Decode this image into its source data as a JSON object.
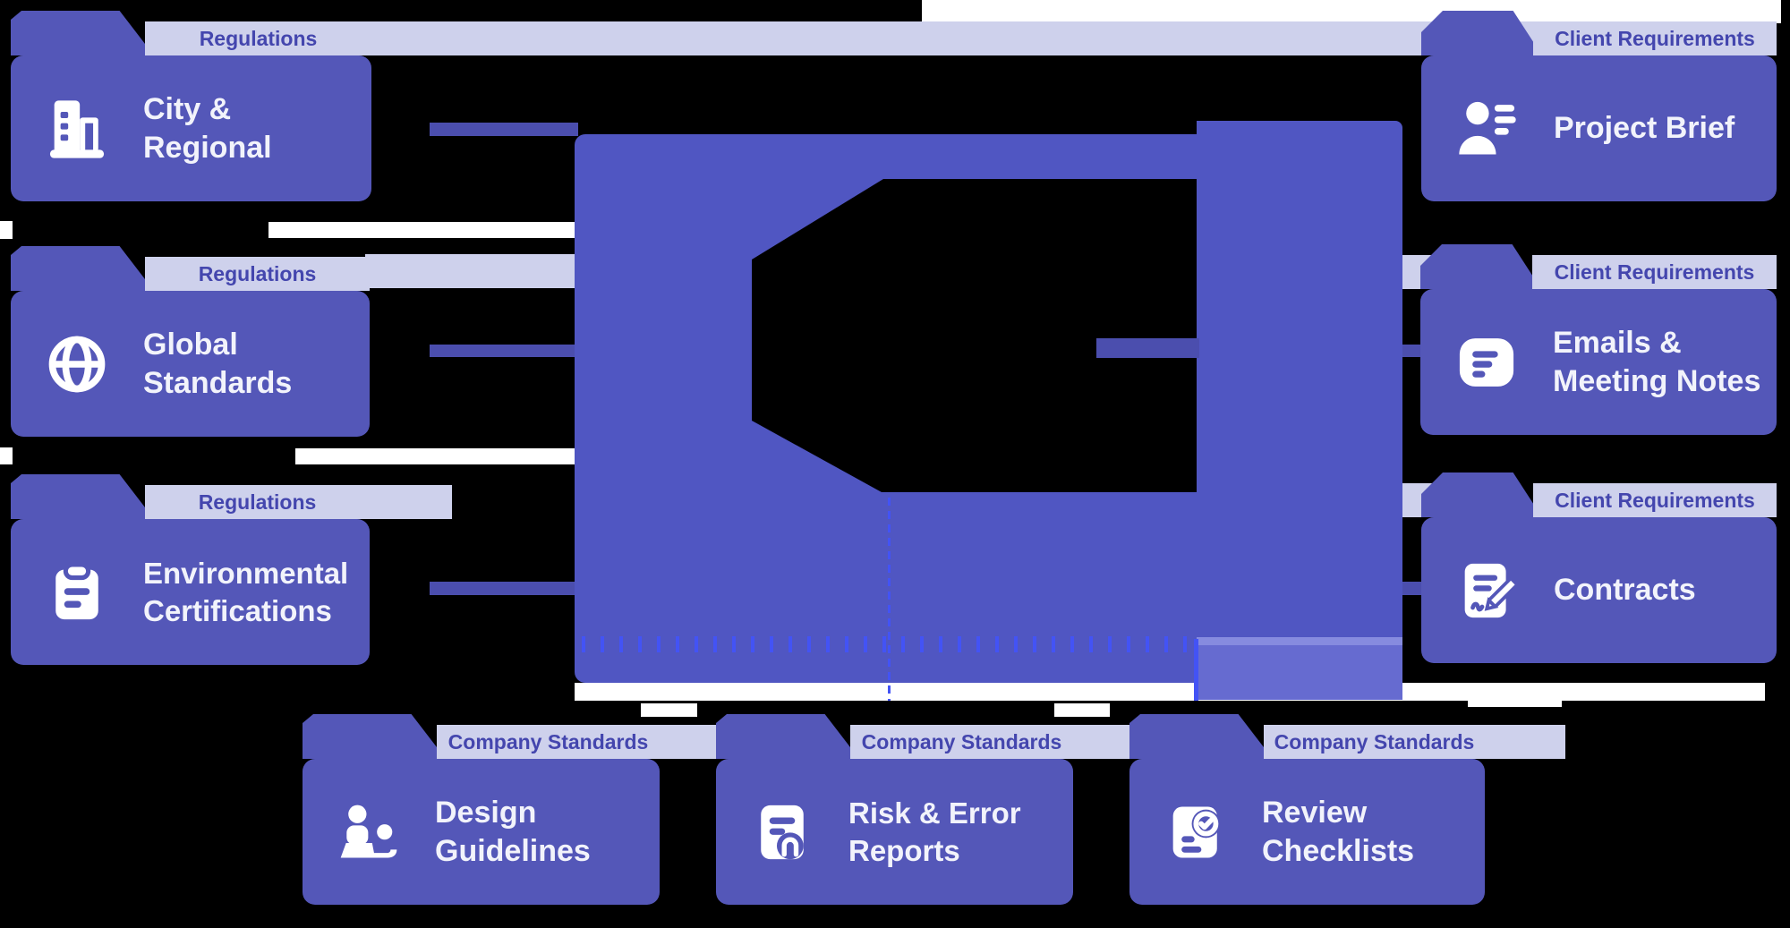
{
  "cards": [
    {
      "category": "Regulations",
      "title": "City &\nRegional",
      "icon": "building-icon"
    },
    {
      "category": "Regulations",
      "title": "Global\nStandards",
      "icon": "globe-icon"
    },
    {
      "category": "Regulations",
      "title": "Environmental\nCertifications",
      "icon": "clipboard-icon"
    },
    {
      "category": "Client Requirements",
      "title": "Project Brief",
      "icon": "person-lines-icon"
    },
    {
      "category": "Client Requirements",
      "title": "Emails &\nMeeting Notes",
      "icon": "notes-icon"
    },
    {
      "category": "Client Requirements",
      "title": "Contracts",
      "icon": "contract-pen-icon"
    },
    {
      "category": "Company Standards",
      "title": "Design\nGuidelines",
      "icon": "people-presentation-icon"
    },
    {
      "category": "Company Standards",
      "title": "Risk & Error\nReports",
      "icon": "report-paperclip-icon"
    },
    {
      "category": "Company Standards",
      "title": "Review\nChecklists",
      "icon": "checklist-icon"
    }
  ],
  "colors": {
    "background": "#000000",
    "folder_purple": "#5457b8",
    "band_lavender": "#ced1ec",
    "band_label_indigo": "#4446ae",
    "title_white": "#f2f3fb",
    "center_purple": "#5056c2",
    "connector_purple": "#4b4eae",
    "measure_blue": "#4353f5",
    "mass_light_band": "#666bd0"
  }
}
